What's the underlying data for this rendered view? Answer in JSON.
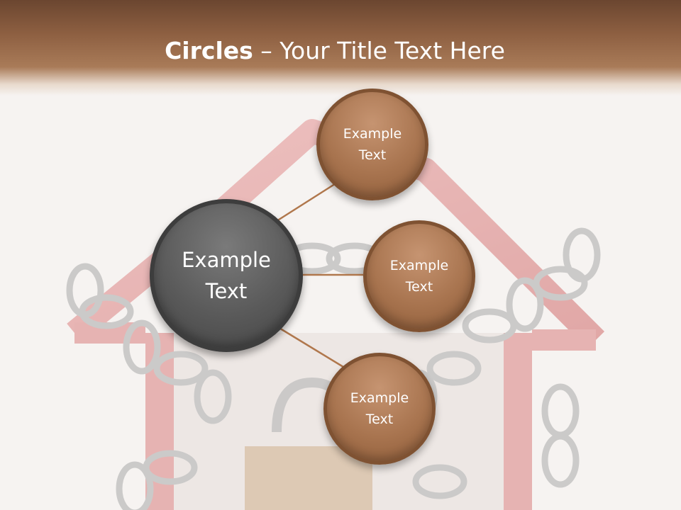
{
  "title": {
    "bold": "Circles",
    "rest": " – Your Title Text Here"
  },
  "diagram": {
    "center": {
      "label": "Example\nText"
    },
    "nodes": [
      {
        "label": "Example\nText"
      },
      {
        "label": "Example\nText"
      },
      {
        "label": "Example\nText"
      }
    ]
  },
  "colors": {
    "header": "#8d5f41",
    "center_circle": "#5a5a5a",
    "node_circle": "#a8744f",
    "connector": "#b0774c"
  },
  "background_image": "chained-house-with-padlock"
}
